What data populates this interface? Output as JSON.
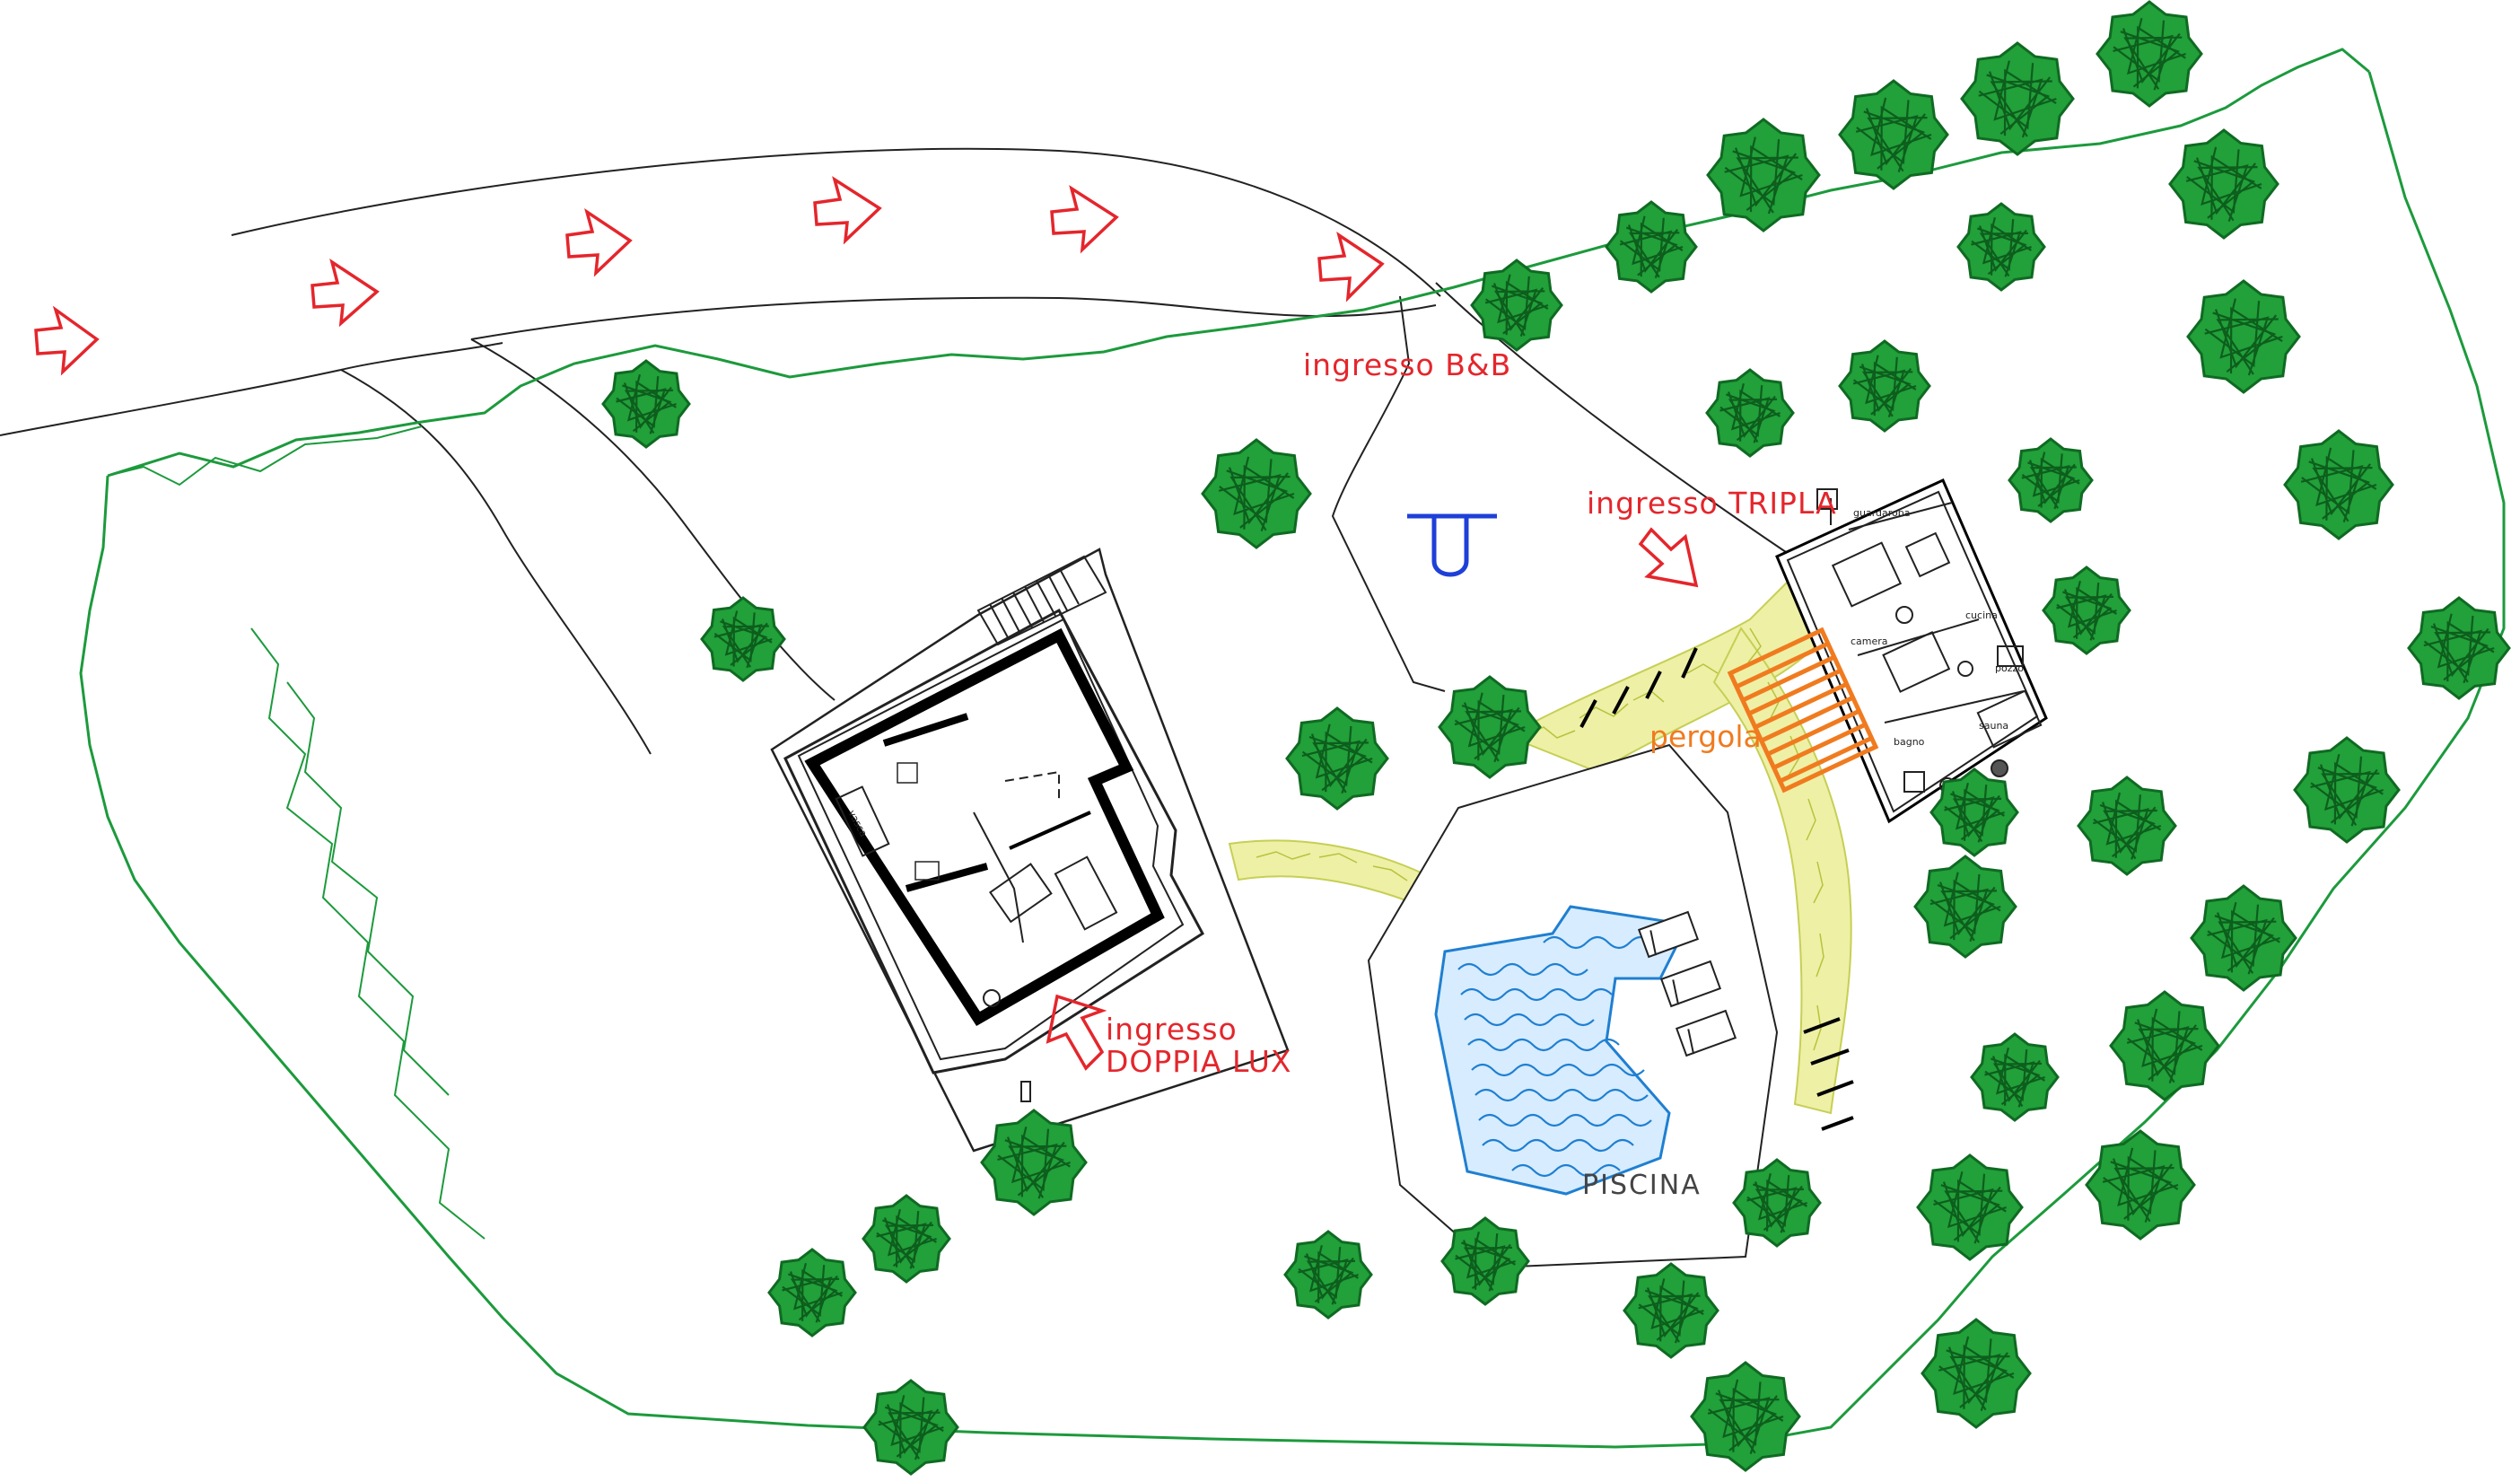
{
  "labels": {
    "ingresso_bb": "ingresso B&B",
    "ingresso_tripla": "ingresso TRIPLA",
    "ingresso_doppia_1": "ingresso",
    "ingresso_doppia_2": "DOPPIA LUX",
    "pergola": "pergola",
    "piscina": "PISCINA"
  },
  "rooms_tripla": {
    "guardaroba": "guardaroba",
    "cucina": "cucina",
    "camera": "camera",
    "pozzo": "pozzo",
    "sauna": "sauna",
    "bagno": "bagno"
  },
  "rooms_doppia": {
    "vasca": "vasca"
  },
  "colors": {
    "boundary": "#1c9a3c",
    "tree": "#22a03a",
    "tree_outline": "#0f6a22",
    "arrow": "#e4262c",
    "label_red": "#e4262c",
    "pergola": "#f07b1f",
    "pool_water": "#1f7fd1",
    "path": "#e6ea8a",
    "shower_symbol": "#1e40d8",
    "walls": "#000000"
  },
  "icons": {
    "flow_arrow": "arrow-right-outline-icon",
    "entrance_arrow": "arrow-outline-icon",
    "shower": "outdoor-shower-icon",
    "tree": "tree-canopy-icon",
    "sun_lounger": "sun-lounger-icon"
  }
}
